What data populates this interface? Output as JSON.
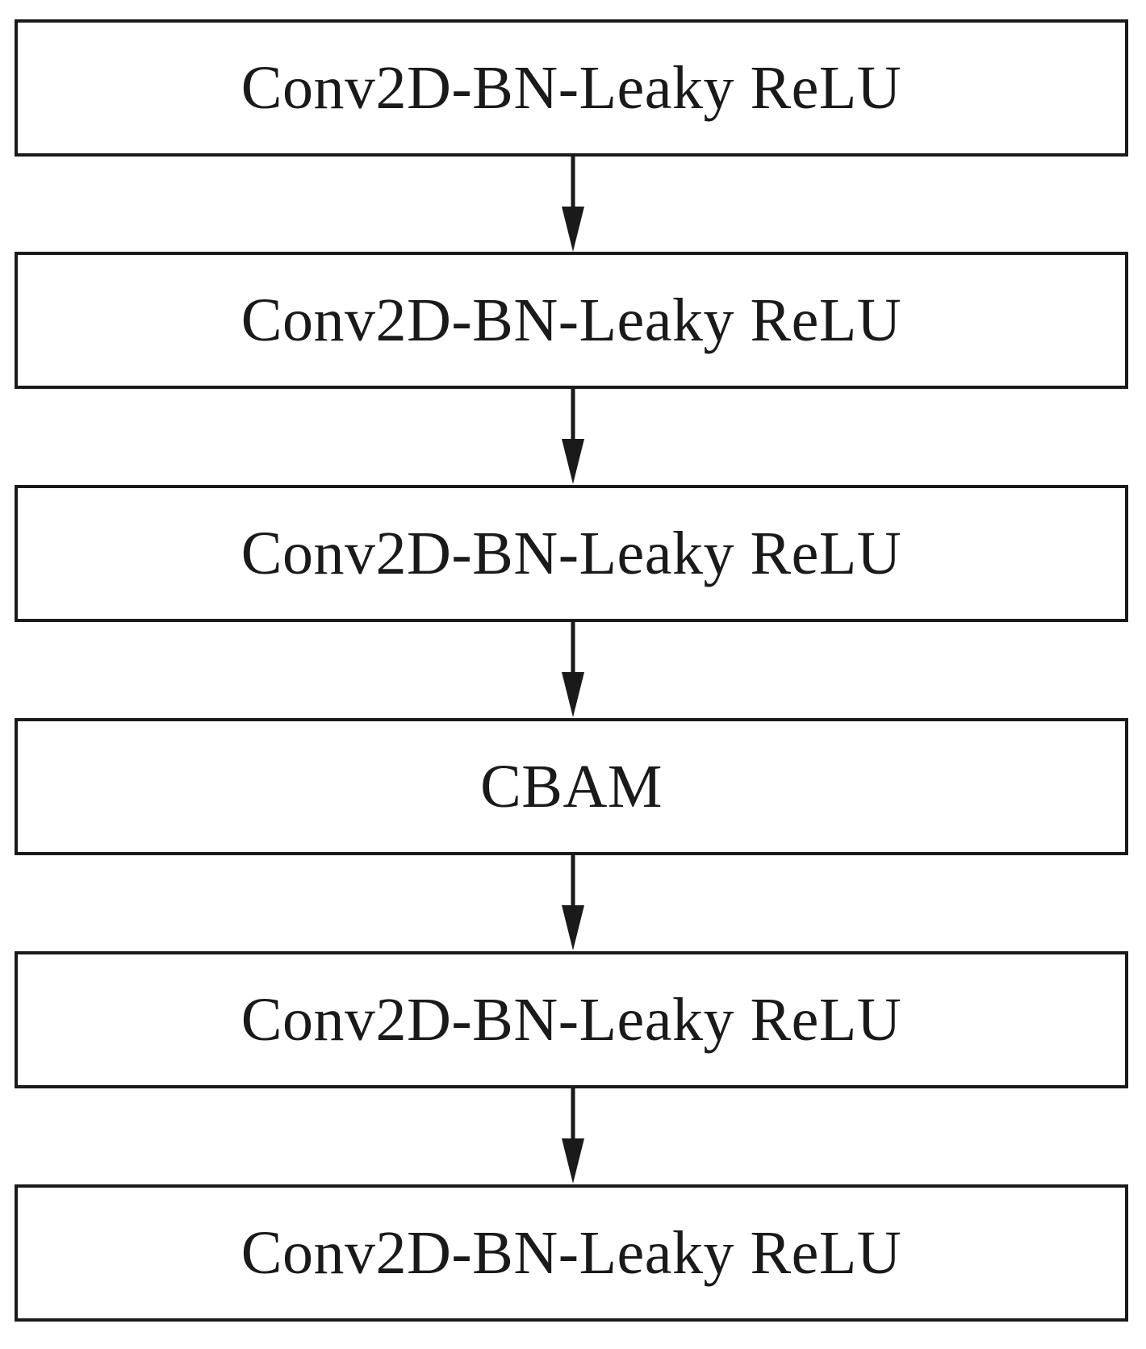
{
  "diagram": {
    "blocks": [
      {
        "label": "Conv2D-BN-Leaky ReLU"
      },
      {
        "label": "Conv2D-BN-Leaky ReLU"
      },
      {
        "label": "Conv2D-BN-Leaky ReLU"
      },
      {
        "label": "CBAM"
      },
      {
        "label": "Conv2D-BN-Leaky ReLU"
      },
      {
        "label": "Conv2D-BN-Leaky ReLU"
      }
    ],
    "edges": [
      {
        "from": 0,
        "to": 1
      },
      {
        "from": 1,
        "to": 2
      },
      {
        "from": 2,
        "to": 3
      },
      {
        "from": 3,
        "to": 4
      },
      {
        "from": 4,
        "to": 5
      }
    ],
    "colors": {
      "stroke": "#1a1a1a",
      "background": "#ffffff"
    }
  }
}
